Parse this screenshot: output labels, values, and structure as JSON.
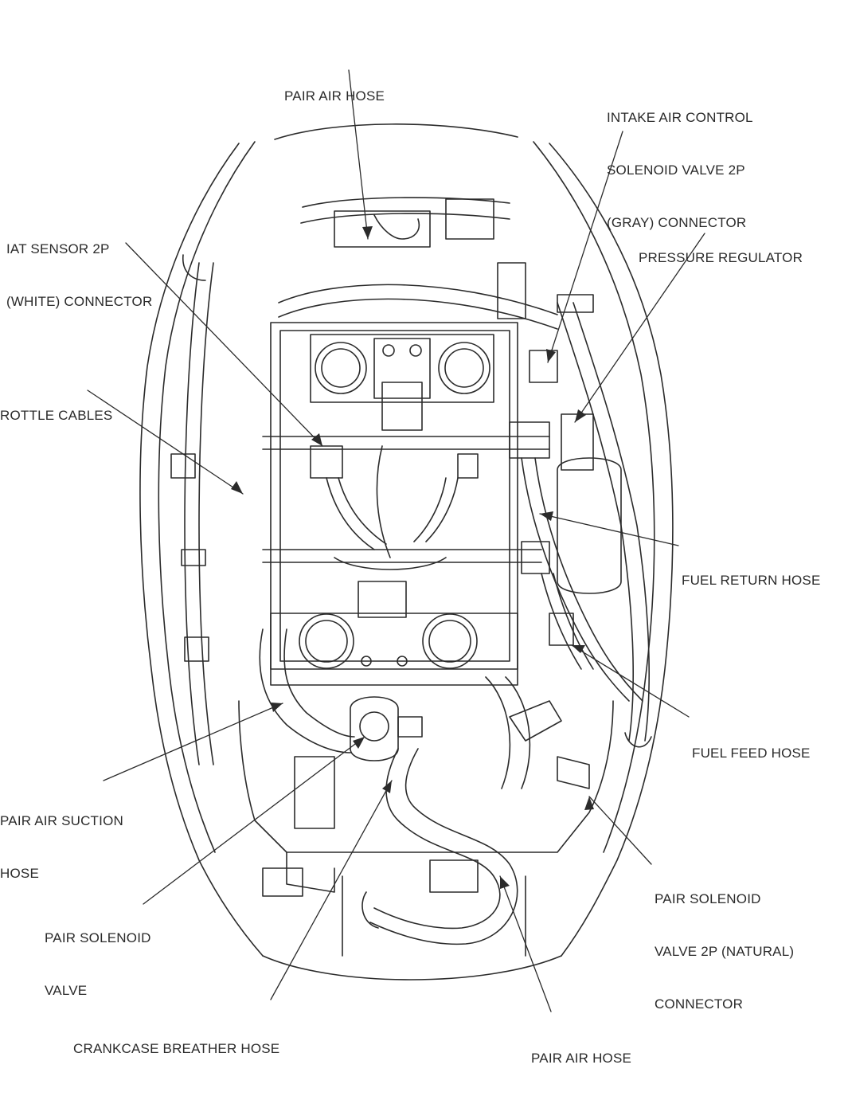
{
  "labels": {
    "pair_air_hose_top": [
      "PAIR AIR HOSE"
    ],
    "intake_air_control": [
      "INTAKE AIR CONTROL",
      "SOLENOID VALVE 2P",
      "(GRAY) CONNECTOR"
    ],
    "iat_sensor": [
      "IAT SENSOR 2P",
      "(WHITE) CONNECTOR"
    ],
    "pressure_regulator": [
      "PRESSURE REGULATOR"
    ],
    "throttle_cables": [
      "ROTTLE CABLES"
    ],
    "fuel_return_hose": [
      "FUEL RETURN HOSE"
    ],
    "fuel_feed_hose": [
      "FUEL FEED HOSE"
    ],
    "pair_air_suction_hose": [
      "PAIR AIR SUCTION",
      "HOSE"
    ],
    "pair_solenoid_valve_connector": [
      "PAIR SOLENOID",
      "VALVE 2P (NATURAL)",
      "CONNECTOR"
    ],
    "pair_solenoid_valve": [
      "PAIR SOLENOID",
      "VALVE"
    ],
    "crankcase_breather_hose": [
      "CRANKCASE BREATHER HOSE"
    ],
    "pair_air_hose_bottom": [
      "PAIR AIR HOSE"
    ]
  },
  "colors": {
    "line": "#2b2b2b",
    "text": "#2a2a2a",
    "background": "#ffffff"
  }
}
